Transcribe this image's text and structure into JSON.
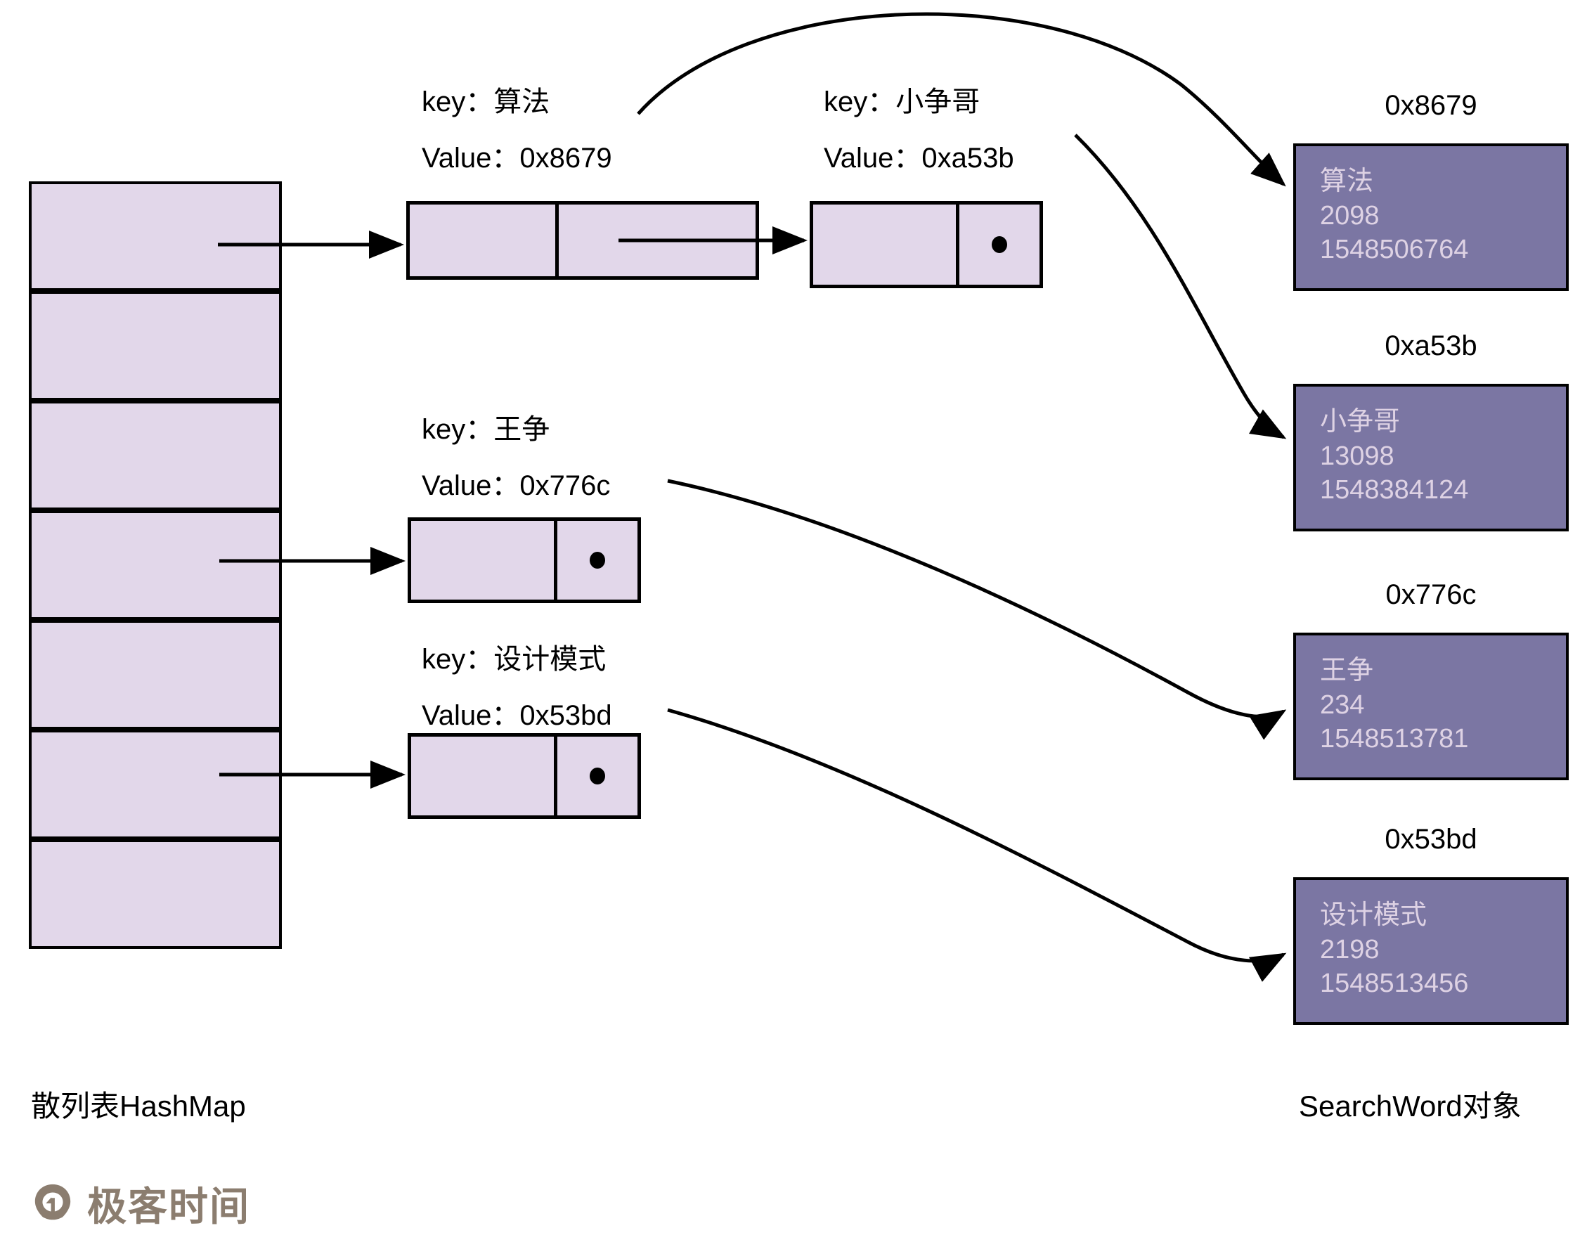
{
  "diagram": {
    "title_left": "散列表HashMap",
    "title_right": "SearchWord对象",
    "colors": {
      "bucket_fill": "#e2d7ea",
      "object_fill": "#7b76a3",
      "object_text": "#ded2e4",
      "stroke": "#000000",
      "logo": "#8b7d6f"
    }
  },
  "hashmap": {
    "bucket_count": 7,
    "buckets": [
      {
        "index": 0,
        "has_chain": true
      },
      {
        "index": 1,
        "has_chain": false
      },
      {
        "index": 2,
        "has_chain": false
      },
      {
        "index": 3,
        "has_chain": true
      },
      {
        "index": 4,
        "has_chain": false
      },
      {
        "index": 5,
        "has_chain": true
      },
      {
        "index": 6,
        "has_chain": false
      }
    ]
  },
  "entries": [
    {
      "id": "entry-suanfa",
      "key_label": "key：算法",
      "value_label": "Value：0x8679",
      "key": "算法",
      "value": "0x8679",
      "tail": false
    },
    {
      "id": "entry-xiaozhengge",
      "key_label": "key：小争哥",
      "value_label": "Value：0xa53b",
      "key": "小争哥",
      "value": "0xa53b",
      "tail": true
    },
    {
      "id": "entry-wangzheng",
      "key_label": "key：王争",
      "value_label": "Value：0x776c",
      "key": "王争",
      "value": "0x776c",
      "tail": true
    },
    {
      "id": "entry-shejimoshi",
      "key_label": "key：设计模式",
      "value_label": "Value：0x53bd",
      "key": "设计模式",
      "value": "0x53bd",
      "tail": true
    }
  ],
  "objects": [
    {
      "address": "0x8679",
      "word": "算法",
      "count": "2098",
      "timestamp": "1548506764"
    },
    {
      "address": "0xa53b",
      "word": "小争哥",
      "count": "13098",
      "timestamp": "1548384124"
    },
    {
      "address": "0x776c",
      "word": "王争",
      "count": "234",
      "timestamp": "1548513781"
    },
    {
      "address": "0x53bd",
      "word": "设计模式",
      "count": "2198",
      "timestamp": "1548513456"
    }
  ],
  "branding": {
    "name": "极客时间"
  }
}
